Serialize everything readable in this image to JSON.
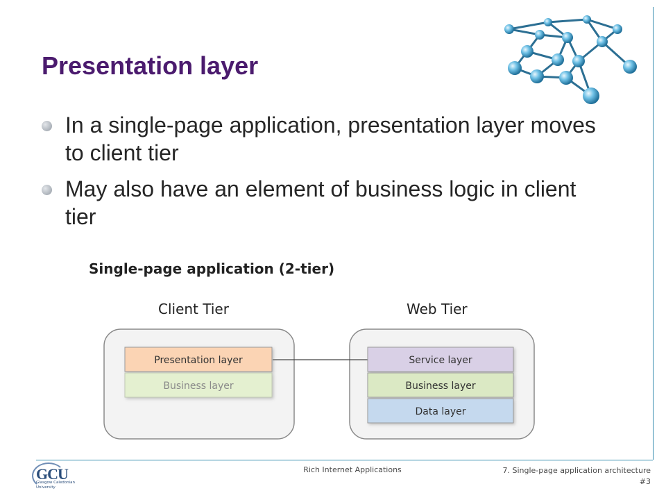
{
  "slide": {
    "title": "Presentation layer",
    "bullets": [
      "In a single-page application, presentation layer moves to client tier",
      "May also have an element of business logic in client tier"
    ]
  },
  "diagram": {
    "heading": "Single-page application (2-tier)",
    "client_tier": {
      "label": "Client Tier",
      "layers": [
        "Presentation layer",
        "Business layer"
      ]
    },
    "web_tier": {
      "label": "Web Tier",
      "layers": [
        "Service layer",
        "Business layer",
        "Data layer"
      ]
    },
    "colors": {
      "presentation": "#fbd4b4",
      "client_business": "#e4f0d0",
      "service": "#d9d0e6",
      "web_business": "#dbe9c4",
      "data": "#c5d9ee",
      "title": "#4b1b6e",
      "accent_line": "#3a8fb0"
    }
  },
  "footer": {
    "course": "Rich Internet Applications",
    "chapter": "7. Single-page application architecture",
    "page": "#3",
    "logo_mark": "GCU",
    "logo_text": "Glasgow Caledonian University"
  },
  "icons": {
    "bullet": "bullet-dot-icon",
    "network": "molecule-network-icon"
  }
}
